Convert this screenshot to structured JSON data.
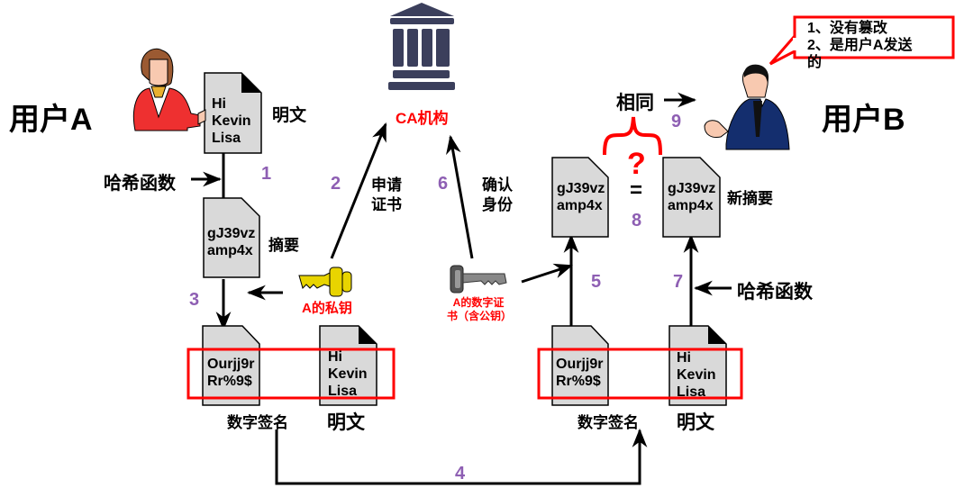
{
  "user_a": {
    "label": "用户A"
  },
  "user_b": {
    "label": "用户B"
  },
  "ca": {
    "label": "CA机构"
  },
  "colors": {
    "step": "#8e5fb3",
    "highlight": "#ff0000",
    "doc_fill": "#d9d9d9",
    "bank": "#3b3f5c"
  },
  "left": {
    "plaintext_doc": {
      "lines": [
        "Hi",
        "Kevin",
        "Lisa"
      ],
      "label": "明文"
    },
    "hash_label": "哈希函数",
    "digest_doc": {
      "lines": [
        "gJ39vz",
        "amp4x"
      ],
      "label": "摘要"
    },
    "private_key_label": "A的私钥",
    "signature_doc": {
      "lines": [
        "Ourjj9r",
        "Rr%9$"
      ],
      "label": "数字签名"
    },
    "plaintext_doc2": {
      "lines": [
        "Hi",
        "Kevin",
        "Lisa"
      ],
      "label": "明文"
    }
  },
  "middle": {
    "apply_cert": [
      "申请",
      "证书"
    ],
    "confirm_identity": [
      "确认",
      "身份"
    ],
    "cert_key_label": [
      "A的数字证",
      "书（含公钥）"
    ]
  },
  "right": {
    "digest_doc": {
      "lines": [
        "gJ39vz",
        "amp4x"
      ]
    },
    "new_digest_doc": {
      "lines": [
        "gJ39vz",
        "amp4x"
      ],
      "label": "新摘要"
    },
    "question": "?",
    "equals": "=",
    "same_label": "相同",
    "hash_label": "哈希函数",
    "signature_doc": {
      "lines": [
        "Ourjj9r",
        "Rr%9$"
      ],
      "label": "数字签名"
    },
    "plaintext_doc": {
      "lines": [
        "Hi",
        "Kevin",
        "Lisa"
      ],
      "label": "明文"
    },
    "callout": {
      "lines": [
        "1、没有篡改",
        "2、是用户A发送",
        "的"
      ]
    }
  },
  "steps": [
    "1",
    "2",
    "3",
    "4",
    "5",
    "6",
    "7",
    "8",
    "9"
  ]
}
